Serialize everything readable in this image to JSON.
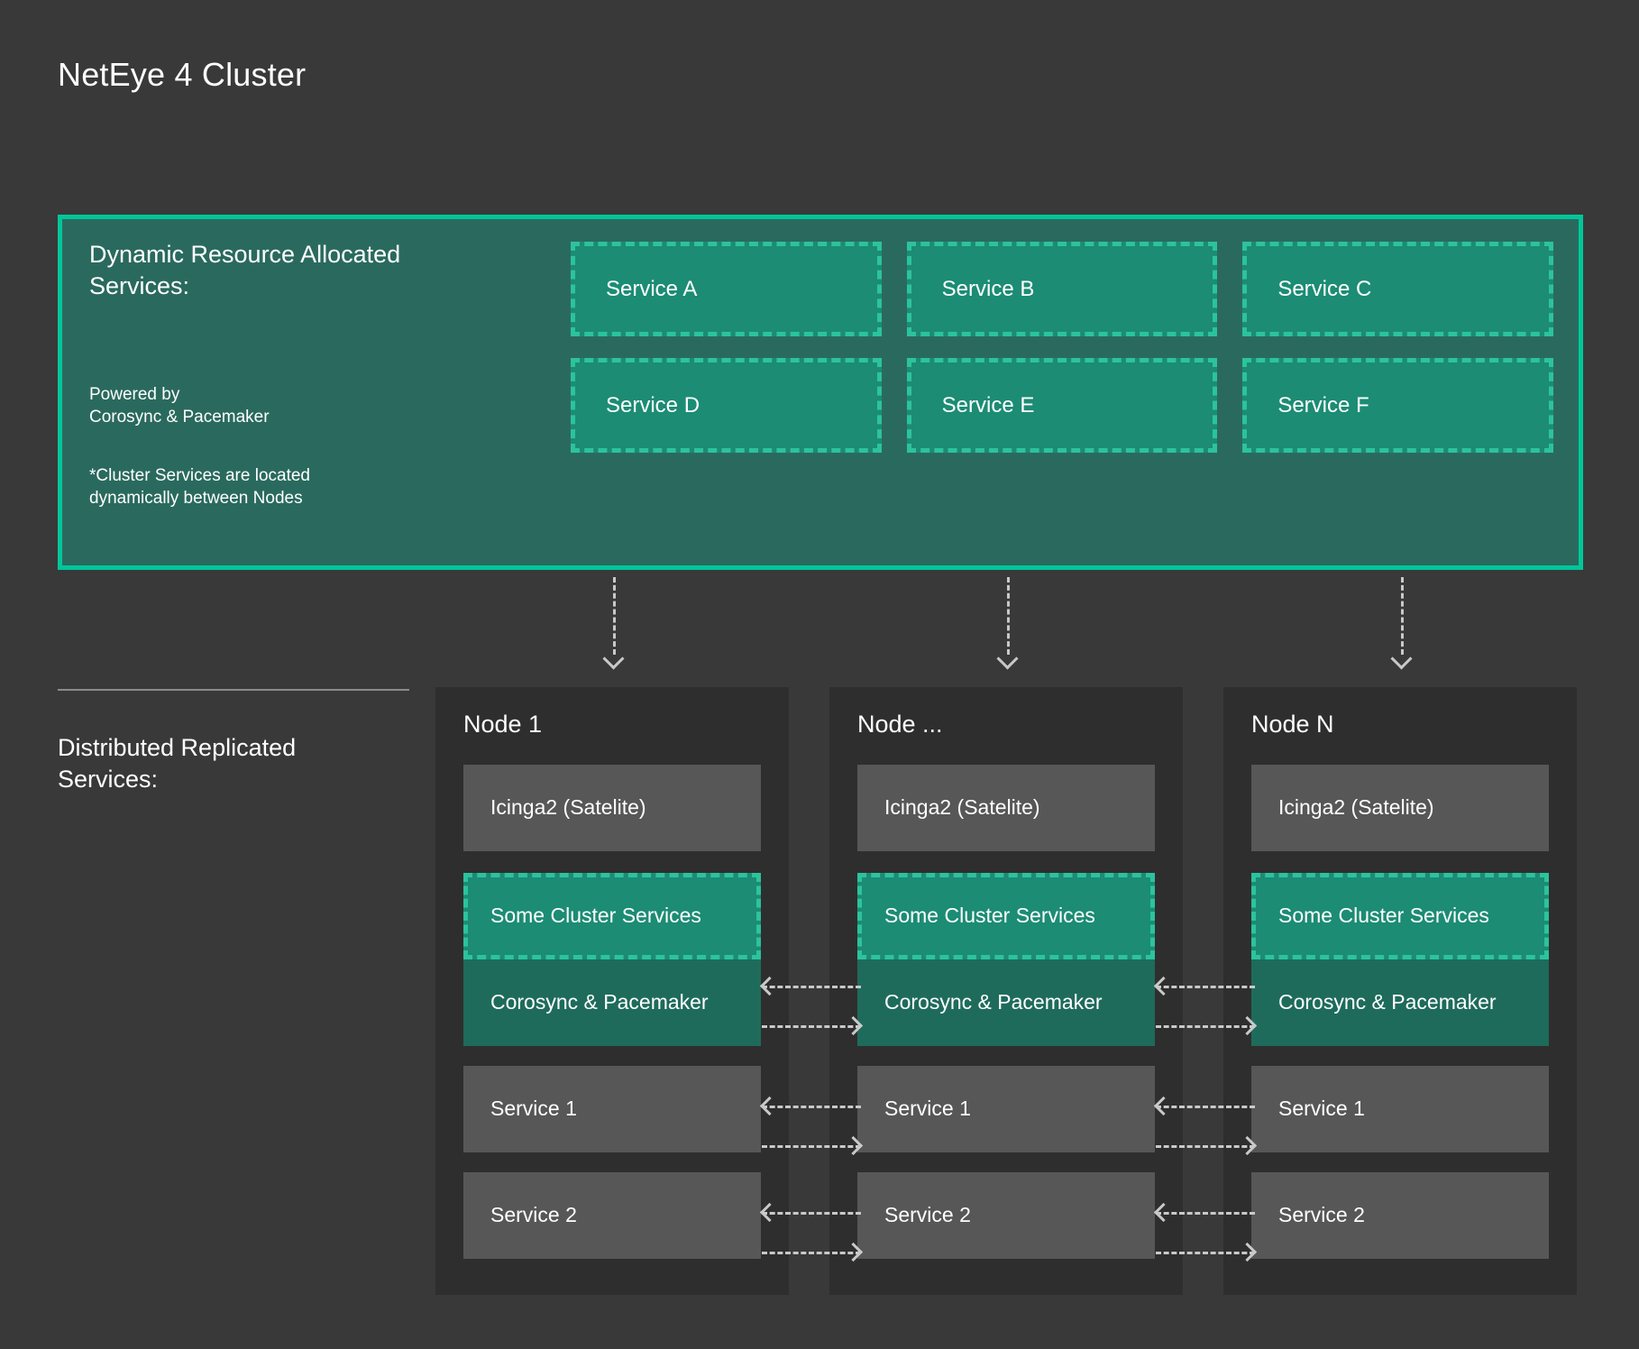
{
  "title": "NetEye 4 Cluster",
  "dynamic_panel": {
    "heading": "Dynamic Resource Allocated Services:",
    "powered_by": "Powered by\nCorosync & Pacemaker",
    "note": "*Cluster Services are located dynamically between Nodes",
    "services": [
      {
        "label": "Service A"
      },
      {
        "label": "Service B"
      },
      {
        "label": "Service C"
      },
      {
        "label": "Service D"
      },
      {
        "label": "Service E"
      },
      {
        "label": "Service F"
      }
    ]
  },
  "distributed_section": {
    "label": "Distributed Replicated Services:"
  },
  "nodes": [
    {
      "title": "Node 1",
      "rows": [
        {
          "label": "Icinga2 (Satelite)",
          "kind": "grey"
        },
        {
          "label": "Some Cluster Services",
          "kind": "cluster"
        },
        {
          "label": "Corosync & Pacemaker",
          "kind": "corosync"
        },
        {
          "label": "Service 1",
          "kind": "service"
        },
        {
          "label": "Service 2",
          "kind": "service"
        }
      ]
    },
    {
      "title": "Node ...",
      "rows": [
        {
          "label": "Icinga2 (Satelite)",
          "kind": "grey"
        },
        {
          "label": "Some Cluster Services",
          "kind": "cluster"
        },
        {
          "label": "Corosync & Pacemaker",
          "kind": "corosync"
        },
        {
          "label": "Service 1",
          "kind": "service"
        },
        {
          "label": "Service 2",
          "kind": "service"
        }
      ]
    },
    {
      "title": "Node N",
      "rows": [
        {
          "label": "Icinga2 (Satelite)",
          "kind": "grey"
        },
        {
          "label": "Some Cluster Services",
          "kind": "cluster"
        },
        {
          "label": "Corosync & Pacemaker",
          "kind": "corosync"
        },
        {
          "label": "Service 1",
          "kind": "service"
        },
        {
          "label": "Service 2",
          "kind": "service"
        }
      ]
    }
  ],
  "colors": {
    "page_background": "#393939",
    "panel_background": "#2a6a5e",
    "panel_border": "#00c69a",
    "service_box_fill": "#1c8c74",
    "service_box_dash": "#2cc39c",
    "node_background": "#2e2e2e",
    "row_grey": "#575757",
    "corosync_fill": "#1e6b5c",
    "arrow": "#c9c9c9",
    "text": "#ffffff"
  }
}
